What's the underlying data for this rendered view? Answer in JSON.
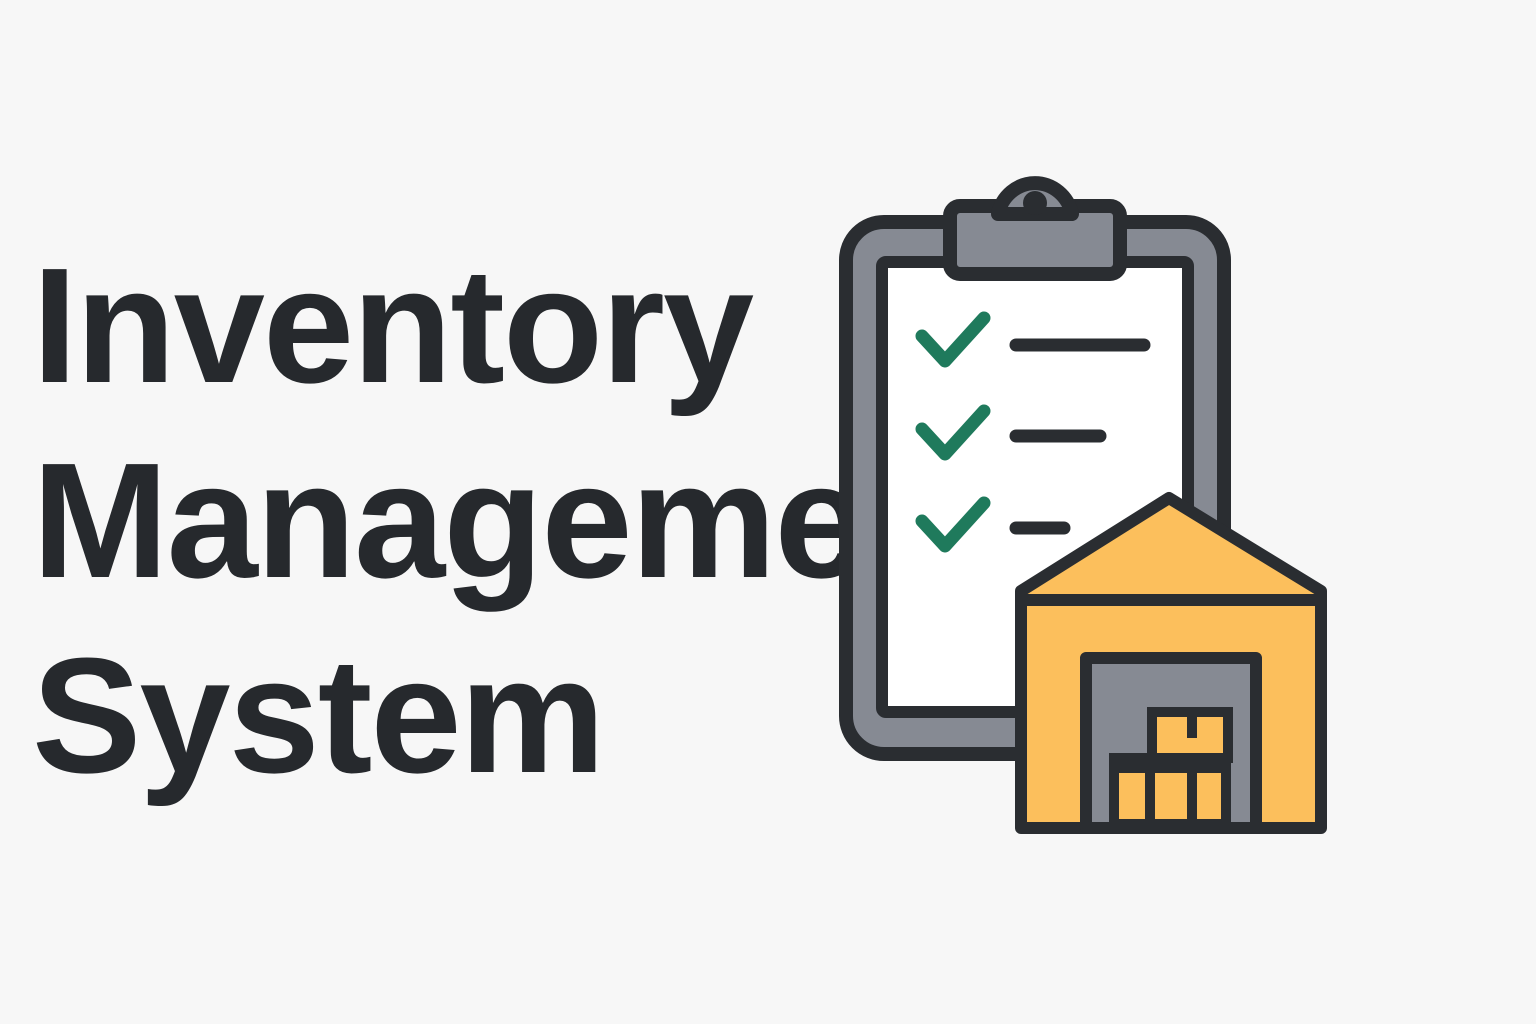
{
  "title_lines": [
    "Inventory",
    "Managemen",
    "System"
  ],
  "illustration": {
    "clipboard": "clipboard-icon",
    "checkmark": "checkmark-icon",
    "warehouse": "warehouse-icon",
    "box": "box-icon",
    "checklist_items": 3
  },
  "colors": {
    "background": "#f7f7f7",
    "text": "#26292d",
    "outline": "#2a2d31",
    "clipboard_gray": "#868a93",
    "paper": "#ffffff",
    "check_green": "#1f7a5c",
    "warehouse_orange": "#fcbf5c",
    "door_gray": "#868a93"
  }
}
